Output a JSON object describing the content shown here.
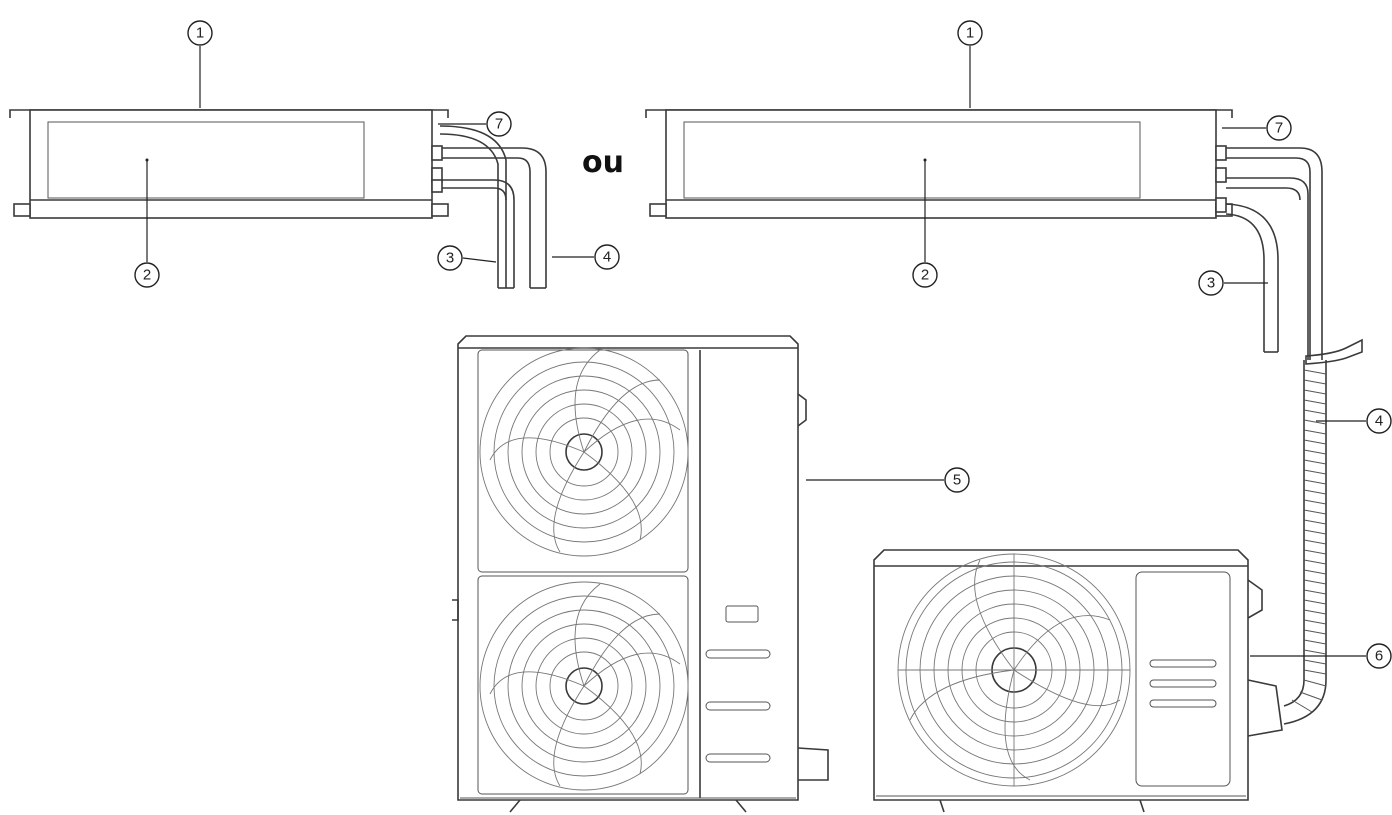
{
  "separator_word": "ou",
  "callouts": {
    "n1": "1",
    "n2": "2",
    "n3": "3",
    "n4": "4",
    "n5": "5",
    "n6": "6",
    "n7": "7"
  },
  "colors": {
    "line": "#3a3a3a",
    "background": "#ffffff"
  }
}
